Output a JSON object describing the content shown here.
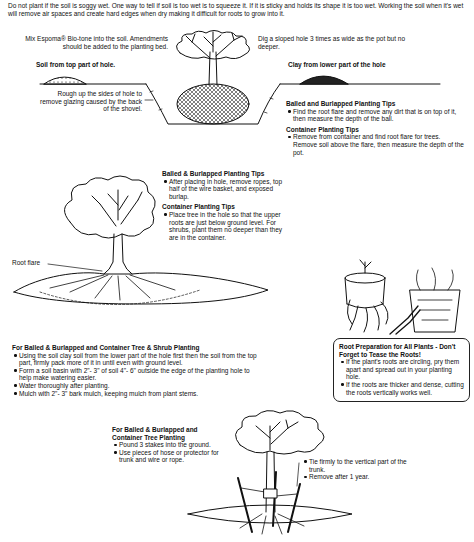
{
  "diagram": {
    "nodes": [
      {
        "text": [
          "Root Preparation for All Plants - Don't Forget to Tease the Roots!",
          "If the plant's roots are circling, pry them apart and spread out in your planting hole.",
          "If the roots are thicker and dense, cutting the roots vertically works well."
        ]
      }
    ],
    "labels": [
      "Do not plant if the soil is soggy wet. One way to tell if soil is too wet is to squeeze it. If it is sticky and holds its shape it is too wet. Working the soil when it's wet will remove air spaces and create hard edges when dry making it difficult for roots to grow into it.",
      "Mix Espoma® Bio-tone into the soil. Amendments should be added to the planting bed.",
      "Dig a sloped hole 3 times as wide as the pot but no deeper.",
      "Soil from top part of hole.",
      "Clay from lower part of the hole",
      "Rough up the sides of hole to remove glazing caused by the back of the shovel.",
      "Balled and Burlapped Planting Tips",
      "Find the root flare and remove any dirt that is on top of it, then measure the depth of the ball.",
      "Container Planting Tips",
      "Remove from container and find root flare for trees. Remove soil above the flare, then measure the depth of the pot.",
      "Balled & Burlapped Planting Tips",
      "After placing in hole, remove ropes, top half of the wire basket, and exposed burlap.",
      "Container Planting Tips",
      "Place tree in the hole so that the upper roots are just below ground level. For shrubs, plant them no deeper than they are in the container.",
      "Root flare",
      "For Balled & Burlapped and Container Tree & Shrub Planting",
      "Using the soil clay soil from the lower part of the hole first then the soil from the top part, firmly pack more of it in until even with ground level.",
      "Form a soil basin with 2\"- 3\" of soil 4\"- 6\" outside the edge of the planting hole to help make watering easier.",
      "Water thoroughly after planting.",
      "Mulch with 2\"- 3\" bark mulch, keeping mulch from plant stems.",
      "For Balled & Burlapped and Container Tree Planting",
      "Pound 3 stakes into the ground.",
      "Use pieces of hose or protector for trunk and wire or rope.",
      "Tie firmly to the vertical part of the trunk.",
      "Remove after 1 year."
    ]
  }
}
